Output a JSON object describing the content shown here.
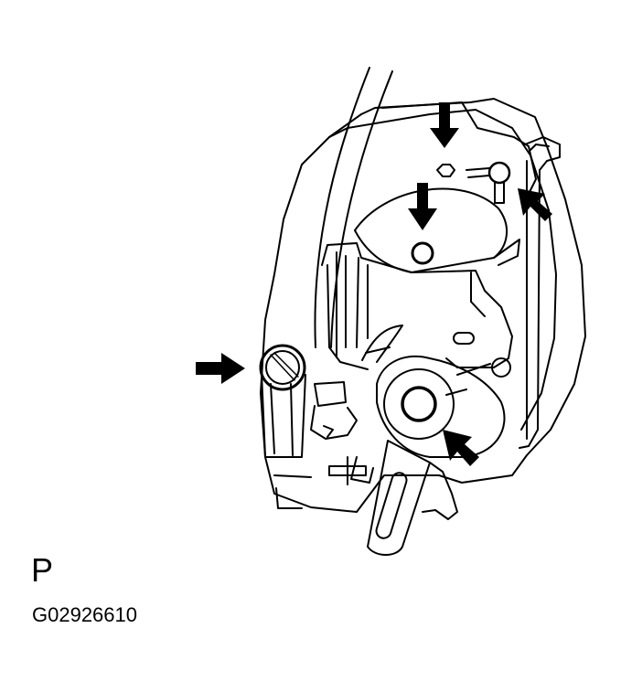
{
  "diagram": {
    "view_label": "P",
    "figure_code": "G02926610",
    "colors": {
      "line": "#000000",
      "background": "#ffffff"
    },
    "arrow_count": 5
  }
}
